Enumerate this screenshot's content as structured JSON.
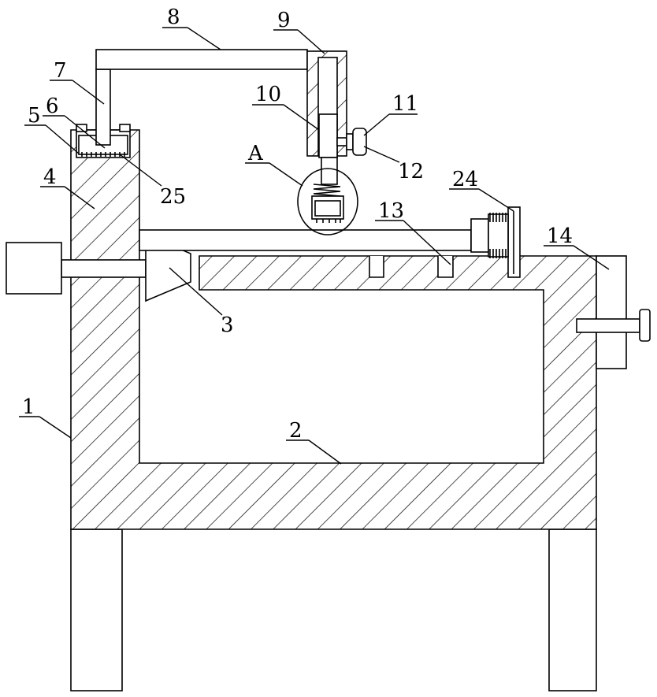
{
  "labels": {
    "n1": "1",
    "n2": "2",
    "n3": "3",
    "n4": "4",
    "n5": "5",
    "n6": "6",
    "n7": "7",
    "n8": "8",
    "n9": "9",
    "n10": "10",
    "n11": "11",
    "n12": "12",
    "n13": "13",
    "n14": "14",
    "n24": "24",
    "n25": "25",
    "a": "A"
  },
  "colors": {
    "line": "#000000",
    "background": "#ffffff"
  }
}
